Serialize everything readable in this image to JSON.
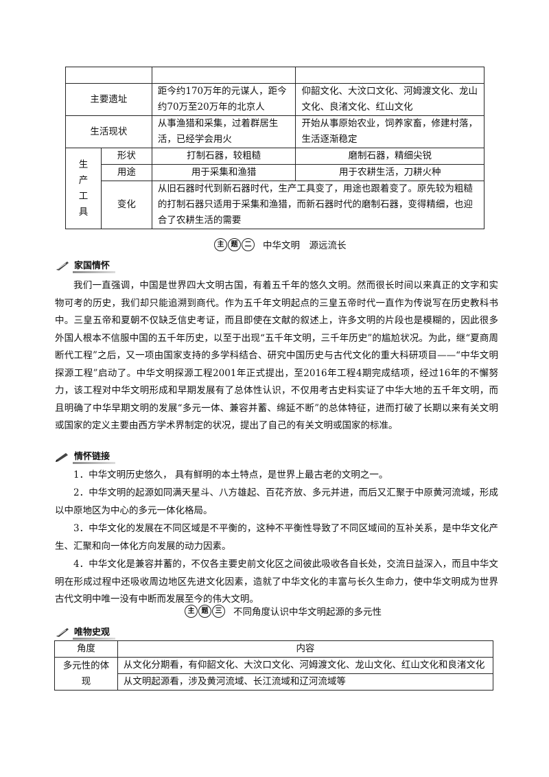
{
  "table1": {
    "row_sites": {
      "label": "主要遗址",
      "paleo": "距今约170万年的元谋人，距今约70万至20万年的北京人",
      "neo": "仰韶文化、大汶口文化、河姆渡文化、龙山文化、良渚文化、红山文化"
    },
    "row_life": {
      "label": "生活现状",
      "paleo": "从事渔猎和采集，过着群居生活，已经学会用火",
      "neo": "开始从事原始农业，饲养家畜，修建村落，生活逐渐稳定"
    },
    "tools_label": "生产工具",
    "row_shape": {
      "label": "形状",
      "paleo": "打制石器，较粗糙",
      "neo": "磨制石器，精细尖锐"
    },
    "row_use": {
      "label": "用途",
      "paleo": "用于采集和渔猎",
      "neo": "用于农耕生活，刀耕火种"
    },
    "row_change": {
      "label": "变化",
      "text": "从旧石器时代到新石器时代，生产工具变了，用途也跟着变了。原先较为粗糙的打制石器只适用于采集和渔猎，而新石器时代的磨制石器，变得精细，也迎合了农耕生活的需要"
    }
  },
  "theme2": {
    "badge": [
      "主",
      "题",
      "二"
    ],
    "title": "中华文明　源远流长"
  },
  "section_jiaguo": {
    "label": "家国情怀"
  },
  "para_jiaguo": "我们一直强调，中国是世界四大文明古国，有着五千年的悠久文明。然而很长时间以来真正的文字和实物可考的历史，我们却只能追溯到商代。作为五千年文明起点的三皇五帝时代一直作为传说写在历史教科书中。三皇五帝和夏朝不仅缺乏信史考证，而且即使在文献的叙述上，许多文明的片段也是模糊的，因此很多外国人根本不信服中国的五千年历史，以至于出现“五千年文明，三千年历史”的尴尬状况。为此，继“夏商周断代工程”之后，又一项由国家支持的多学科结合、研究中国历史与古代文化的重大科研项目——“中华文明探源工程”启动了。中华文明探源工程2001年正式提出，至2016年工程4期完成结项，经过16年的不懈努力，该工程对中华文明形成和早期发展有了总体性认识，不仅用考古史料实证了中华大地的五千年文明，而且明确了中华早期文明的发展“多元一体、兼容并蓄、绵延不断”的总体特征，进而打破了长期以来有关文明或国家的定义主要由西方学术界制定的状况，提出了自己的有关文明或国家的标准。",
  "section_link": {
    "label": "情怀链接"
  },
  "points": [
    "1．中华文明历史悠久， 具有鲜明的本土特点，是世界上最古老的文明之一。",
    "2．中华文明的起源如同满天星斗、八方雄起、百花齐放、多元并进，而后又汇聚于中原黄河流域，形成以中原地区为中心的多元一体化格局。",
    "3．中华文化的发展在不同区域是不平衡的，这种不平衡性导致了不同区域间的互补关系，是中华文化产生、汇聚和向一体化方向发展的动力因素。",
    "4．中华文化是兼容并蓄的，不仅各主要史前文化区之间彼此吸收各自长处，交流日益深入，而且中华文明在形成过程中还吸收周边地区先进文化因素，造就了中华文化的丰富与长久生命力，使中华文明成为世界古代文明中唯一没有中断而发展至今的伟大文明。"
  ],
  "theme3": {
    "badge": [
      "主",
      "题",
      "三"
    ],
    "title": "不同角度认识中华文明起源的多元性"
  },
  "section_weiwu": {
    "label": "唯物史观"
  },
  "table2": {
    "header": {
      "col1": "角度",
      "col2": "内容"
    },
    "row1_label": "多元性的体现",
    "row1_a": "从文化分期看，有仰韶文化、大汶口文化、河姆渡文化、龙山文化、红山文化和良渚文化",
    "row1_b": "从文明起源看，涉及黄河流域、长江流域和辽河流域等"
  }
}
